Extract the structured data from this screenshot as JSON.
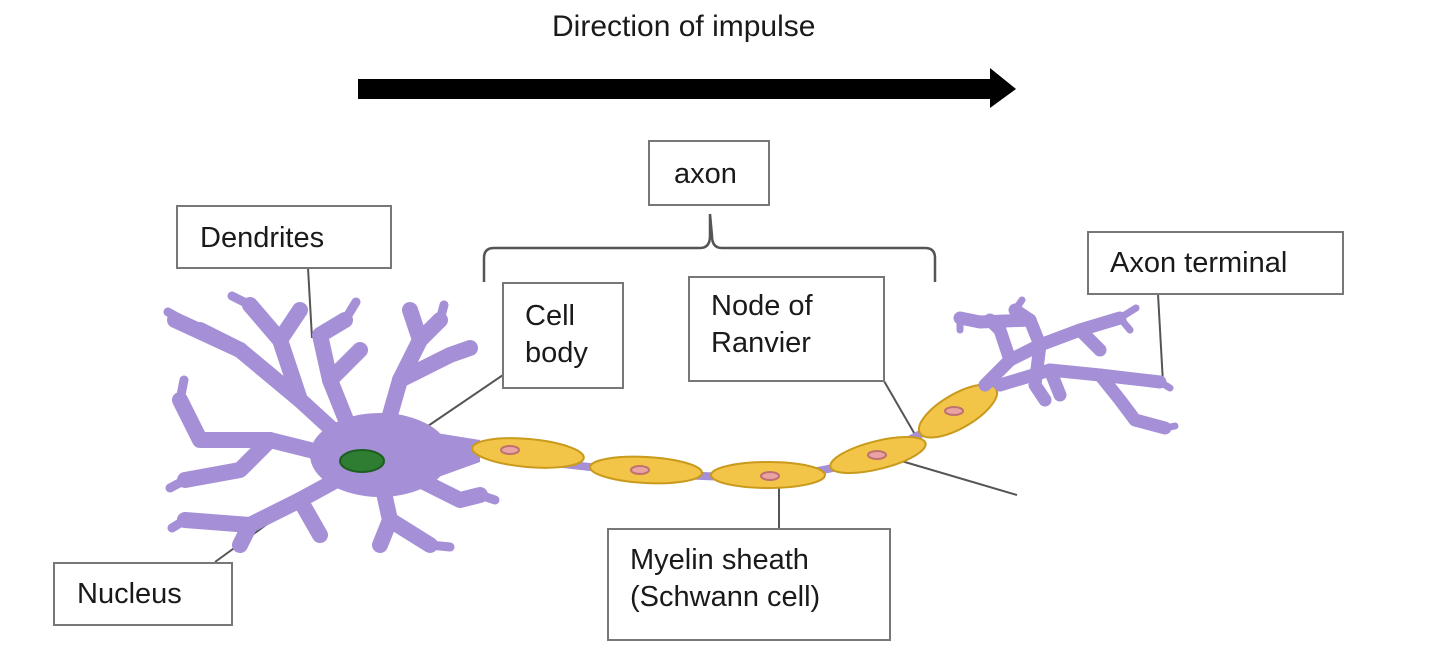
{
  "diagram": {
    "title": "Direction of impulse",
    "labels": {
      "axon": "axon",
      "dendrites": "Dendrites",
      "cell_body_line1": "Cell",
      "cell_body_line2": "body",
      "node_line1": "Node of",
      "node_line2": "Ranvier",
      "axon_terminal": "Axon terminal",
      "nucleus": "Nucleus",
      "myelin_line1": "Myelin sheath",
      "myelin_line2": "(Schwann cell)"
    },
    "colors": {
      "neuron": "#a58fd6",
      "neuron_outline": "#7b67b0",
      "myelin": "#f2c548",
      "myelin_outline": "#c99a1c",
      "schwann_nucleus": "#e9a3a3",
      "nucleus": "#2e7d32",
      "arrow": "#000000",
      "leader": "#555555"
    }
  }
}
